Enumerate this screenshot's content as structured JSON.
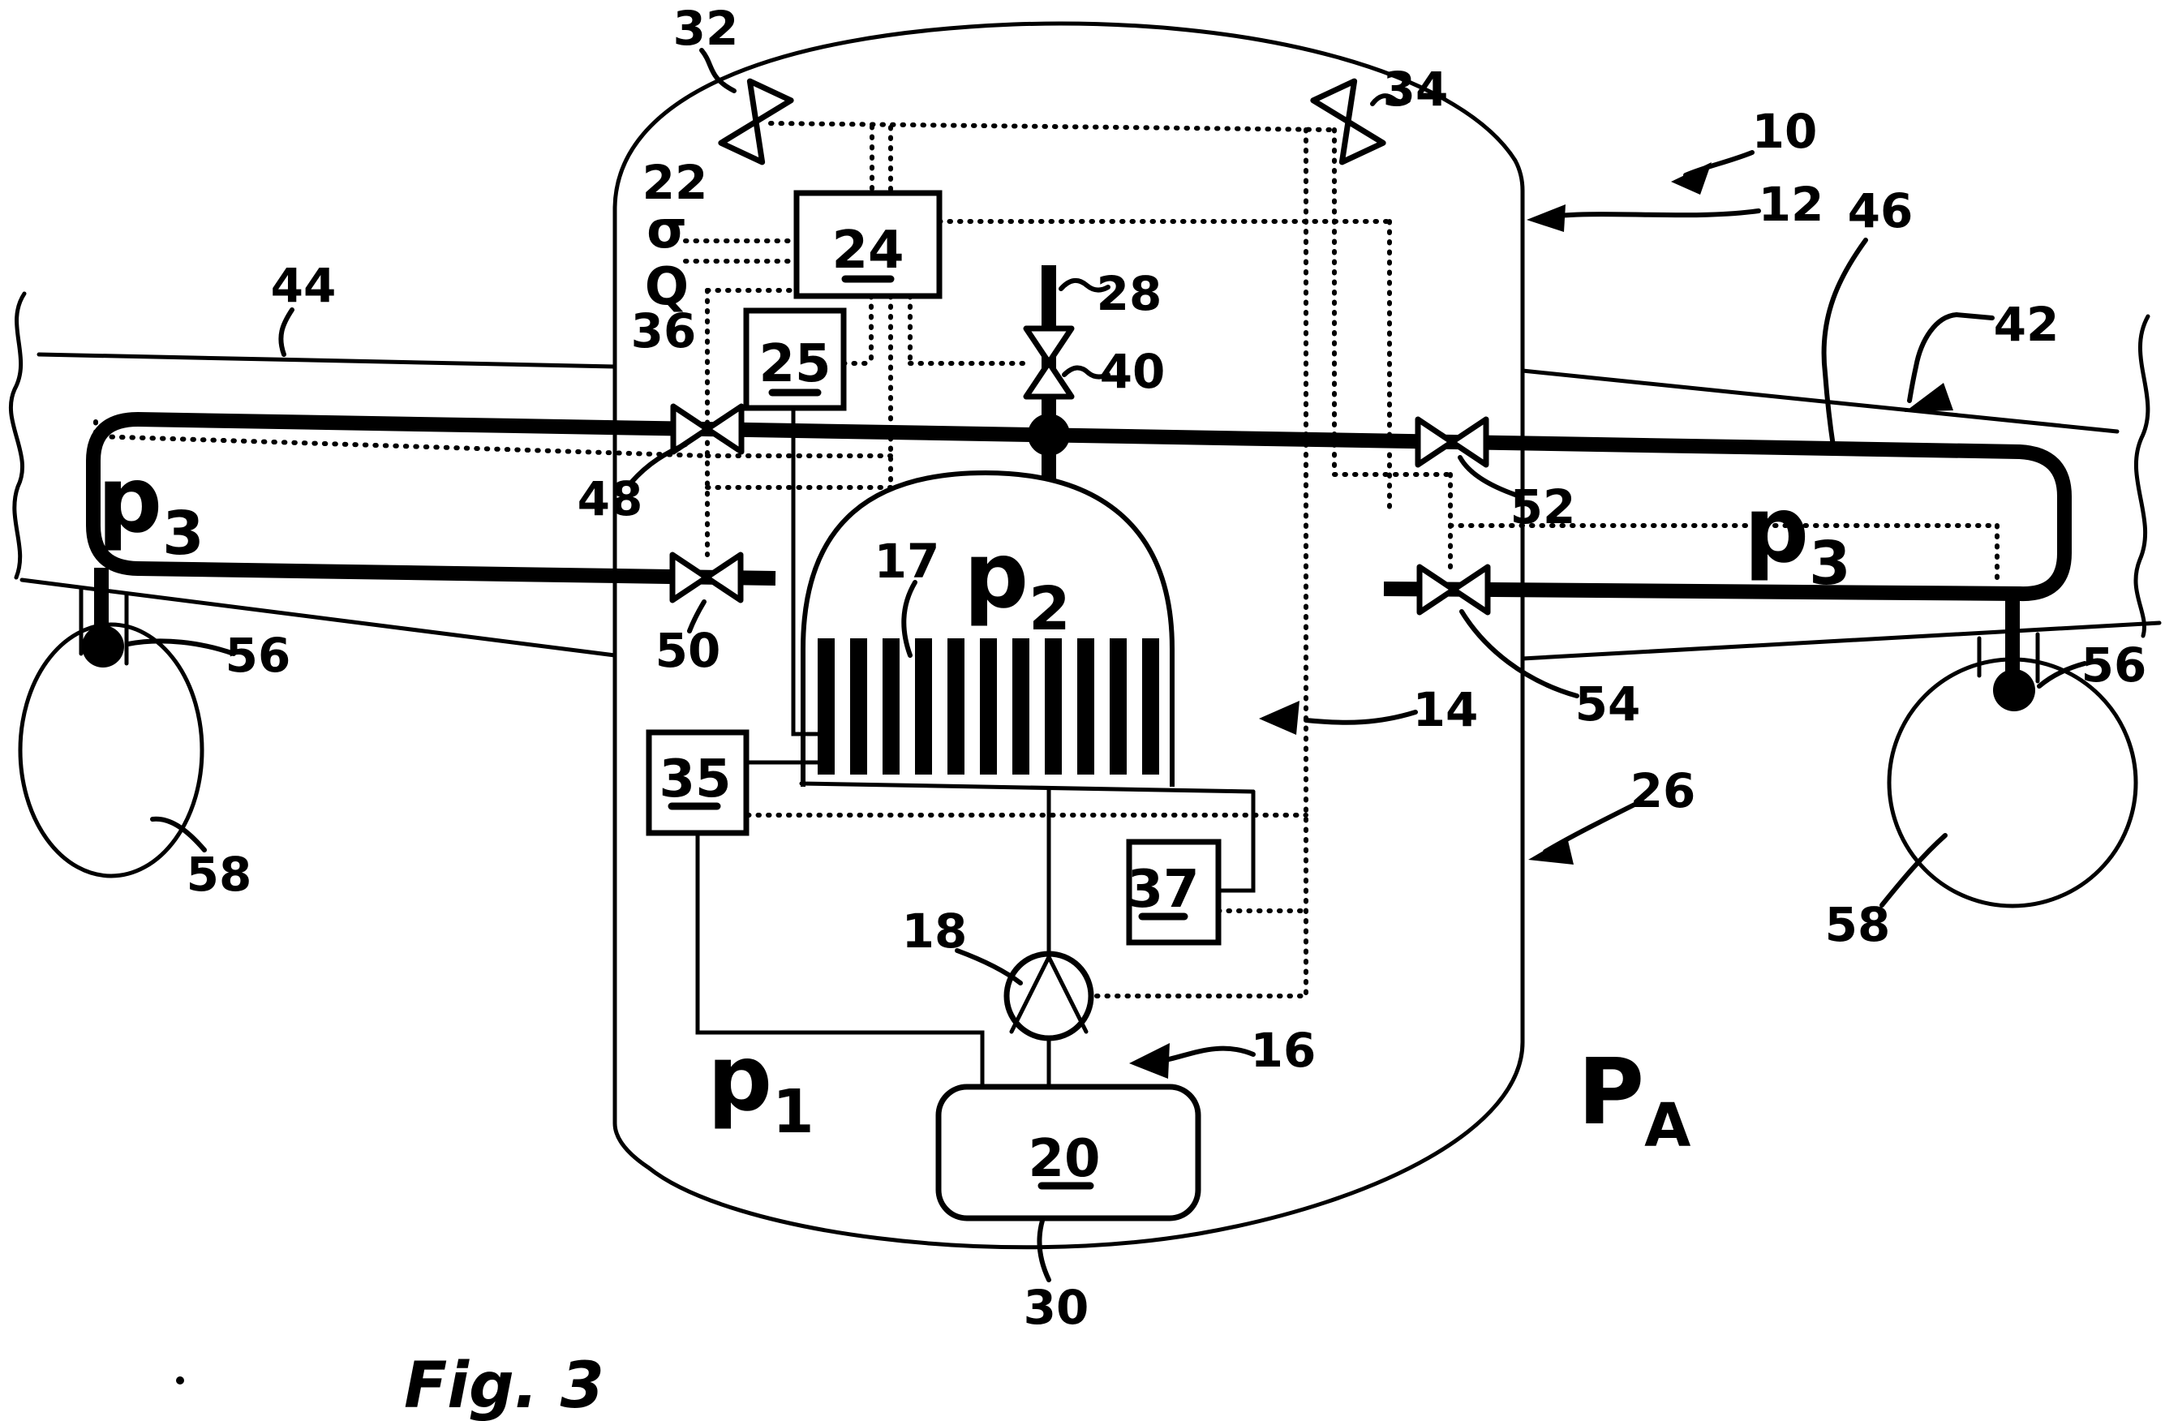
{
  "figure": {
    "caption": "Fig. 3"
  },
  "refs": {
    "r10": "10",
    "r12": "12",
    "r14": "14",
    "r16": "16",
    "r17": "17",
    "r18": "18",
    "r20": "20",
    "r22": "22",
    "r24": "24",
    "r25": "25",
    "r26": "26",
    "r28": "28",
    "r30": "30",
    "r32": "32",
    "r34": "34",
    "r35": "35",
    "r36": "36",
    "r37": "37",
    "r40": "40",
    "r42": "42",
    "r44": "44",
    "r46": "46",
    "r48": "48",
    "r50": "50",
    "r52": "52",
    "r54": "54",
    "r56_left": "56",
    "r56_right": "56",
    "r58_left": "58",
    "r58_right": "58"
  },
  "sensors": {
    "sigma": "σ",
    "flow": "Q"
  },
  "pressures": {
    "cabin": {
      "base": "p",
      "sub": "1"
    },
    "center_tank": {
      "base": "p",
      "sub": "2"
    },
    "wing_left": {
      "base": "p",
      "sub": "3"
    },
    "wing_right": {
      "base": "p",
      "sub": "3"
    },
    "ambient": {
      "base": "P",
      "sub": "A"
    }
  },
  "colors": {
    "ink": "#000000",
    "paper": "#ffffff"
  }
}
